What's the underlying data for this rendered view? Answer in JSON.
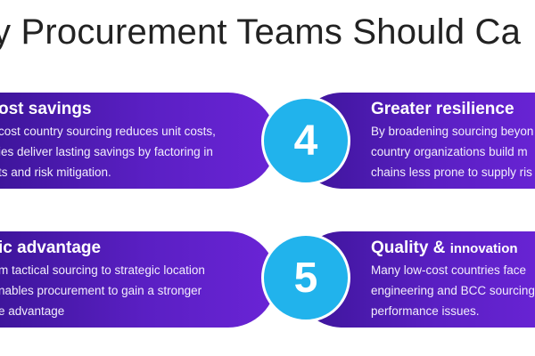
{
  "title": "y Procurement Teams Should Ca",
  "cards": [
    {
      "heading": "ost savings",
      "lines": [
        "cost country sourcing reduces unit costs,",
        "ies deliver lasting savings by factoring in",
        "ts and risk mitigation."
      ]
    },
    {
      "heading": "Greater resilience",
      "lines": [
        "By broadening sourcing beyon",
        "country organizations build m",
        "chains less prone to supply ris"
      ]
    },
    {
      "heading": "ic advantage",
      "lines": [
        "m tactical sourcing to strategic location",
        "nables procurement to gain a stronger",
        "e advantage"
      ]
    },
    {
      "heading_main": "Quality & ",
      "heading_small": "innovation",
      "lines": [
        "Many low-cost countries face",
        "engineering and BCC sourcing",
        "performance issues."
      ]
    }
  ],
  "numbers": [
    "4",
    "5"
  ],
  "colors": {
    "pill_start": "#3b1497",
    "pill_end": "#6a24d6",
    "circle": "#21b3ec",
    "title": "#222222"
  }
}
